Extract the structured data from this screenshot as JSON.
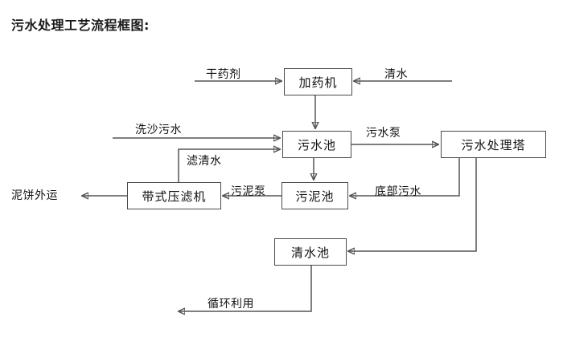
{
  "title": "污水处理工艺流程框图:",
  "nodes": {
    "dosing_machine": "加药机",
    "sewage_pool": "污水池",
    "treatment_tower": "污水处理塔",
    "belt_filter_press": "带式压滤机",
    "sludge_pool": "污泥池",
    "clear_water_pool": "清水池"
  },
  "edge_labels": {
    "dry_chemical": "干药剂",
    "clean_water_in": "清水",
    "sand_wash_sewage": "洗沙污水",
    "filtered_water": "滤清水",
    "sewage_pump": "污水泵",
    "sludge_pump": "污泥泵",
    "bottom_sewage": "底部污水",
    "mud_cake_out": "泥饼外运",
    "recycle_use": "循环利用"
  },
  "colors": {
    "box_border": "#4a4a4a",
    "wire": "#555555",
    "text": "#111111",
    "background": "#ffffff"
  }
}
